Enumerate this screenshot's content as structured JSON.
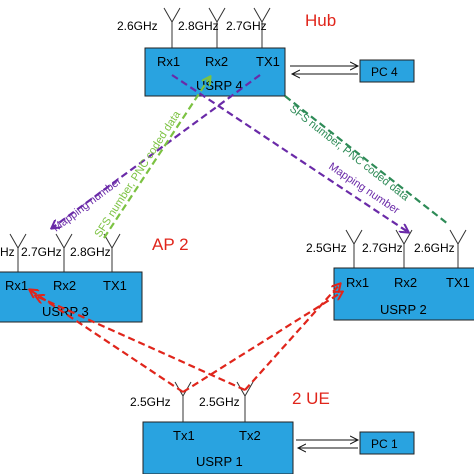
{
  "hub": {
    "title": "Hub",
    "freqs": [
      "2.6GHz",
      "2.8GHz",
      "2.7GHz"
    ],
    "ports": [
      "Rx1",
      "Rx2",
      "TX1"
    ],
    "device": "USRP 4",
    "pc": "PC 4"
  },
  "ap": {
    "title": "AP 2",
    "freqs": [
      "Hz",
      "2.7GHz",
      "2.8GHz"
    ],
    "ports": [
      "Rx1",
      "Rx2",
      "TX1"
    ],
    "device": "USRP 3"
  },
  "right_node": {
    "freqs": [
      "2.5GHz",
      "2.7GHz",
      "2.6GHz"
    ],
    "ports": [
      "Rx1",
      "Rx2",
      "TX1"
    ],
    "device": "USRP 2"
  },
  "ue": {
    "title": "2 UE",
    "freqs": [
      "2.5GHz",
      "2.5GHz"
    ],
    "ports": [
      "Tx1",
      "Tx2"
    ],
    "device": "USRP 1",
    "pc": "PC 1"
  },
  "links": {
    "purple_left": "Mapping number",
    "green_left": "SFS number, PNC coded data",
    "green_right": "SFS number, PNC coded data",
    "purple_right": "Mapping number"
  },
  "colors": {
    "box": "#29a3e0",
    "title": "#e0251b",
    "purple": "#6a2aa8",
    "light_green": "#7cc242",
    "teal_green": "#2e8b57",
    "red": "#e0251b"
  }
}
